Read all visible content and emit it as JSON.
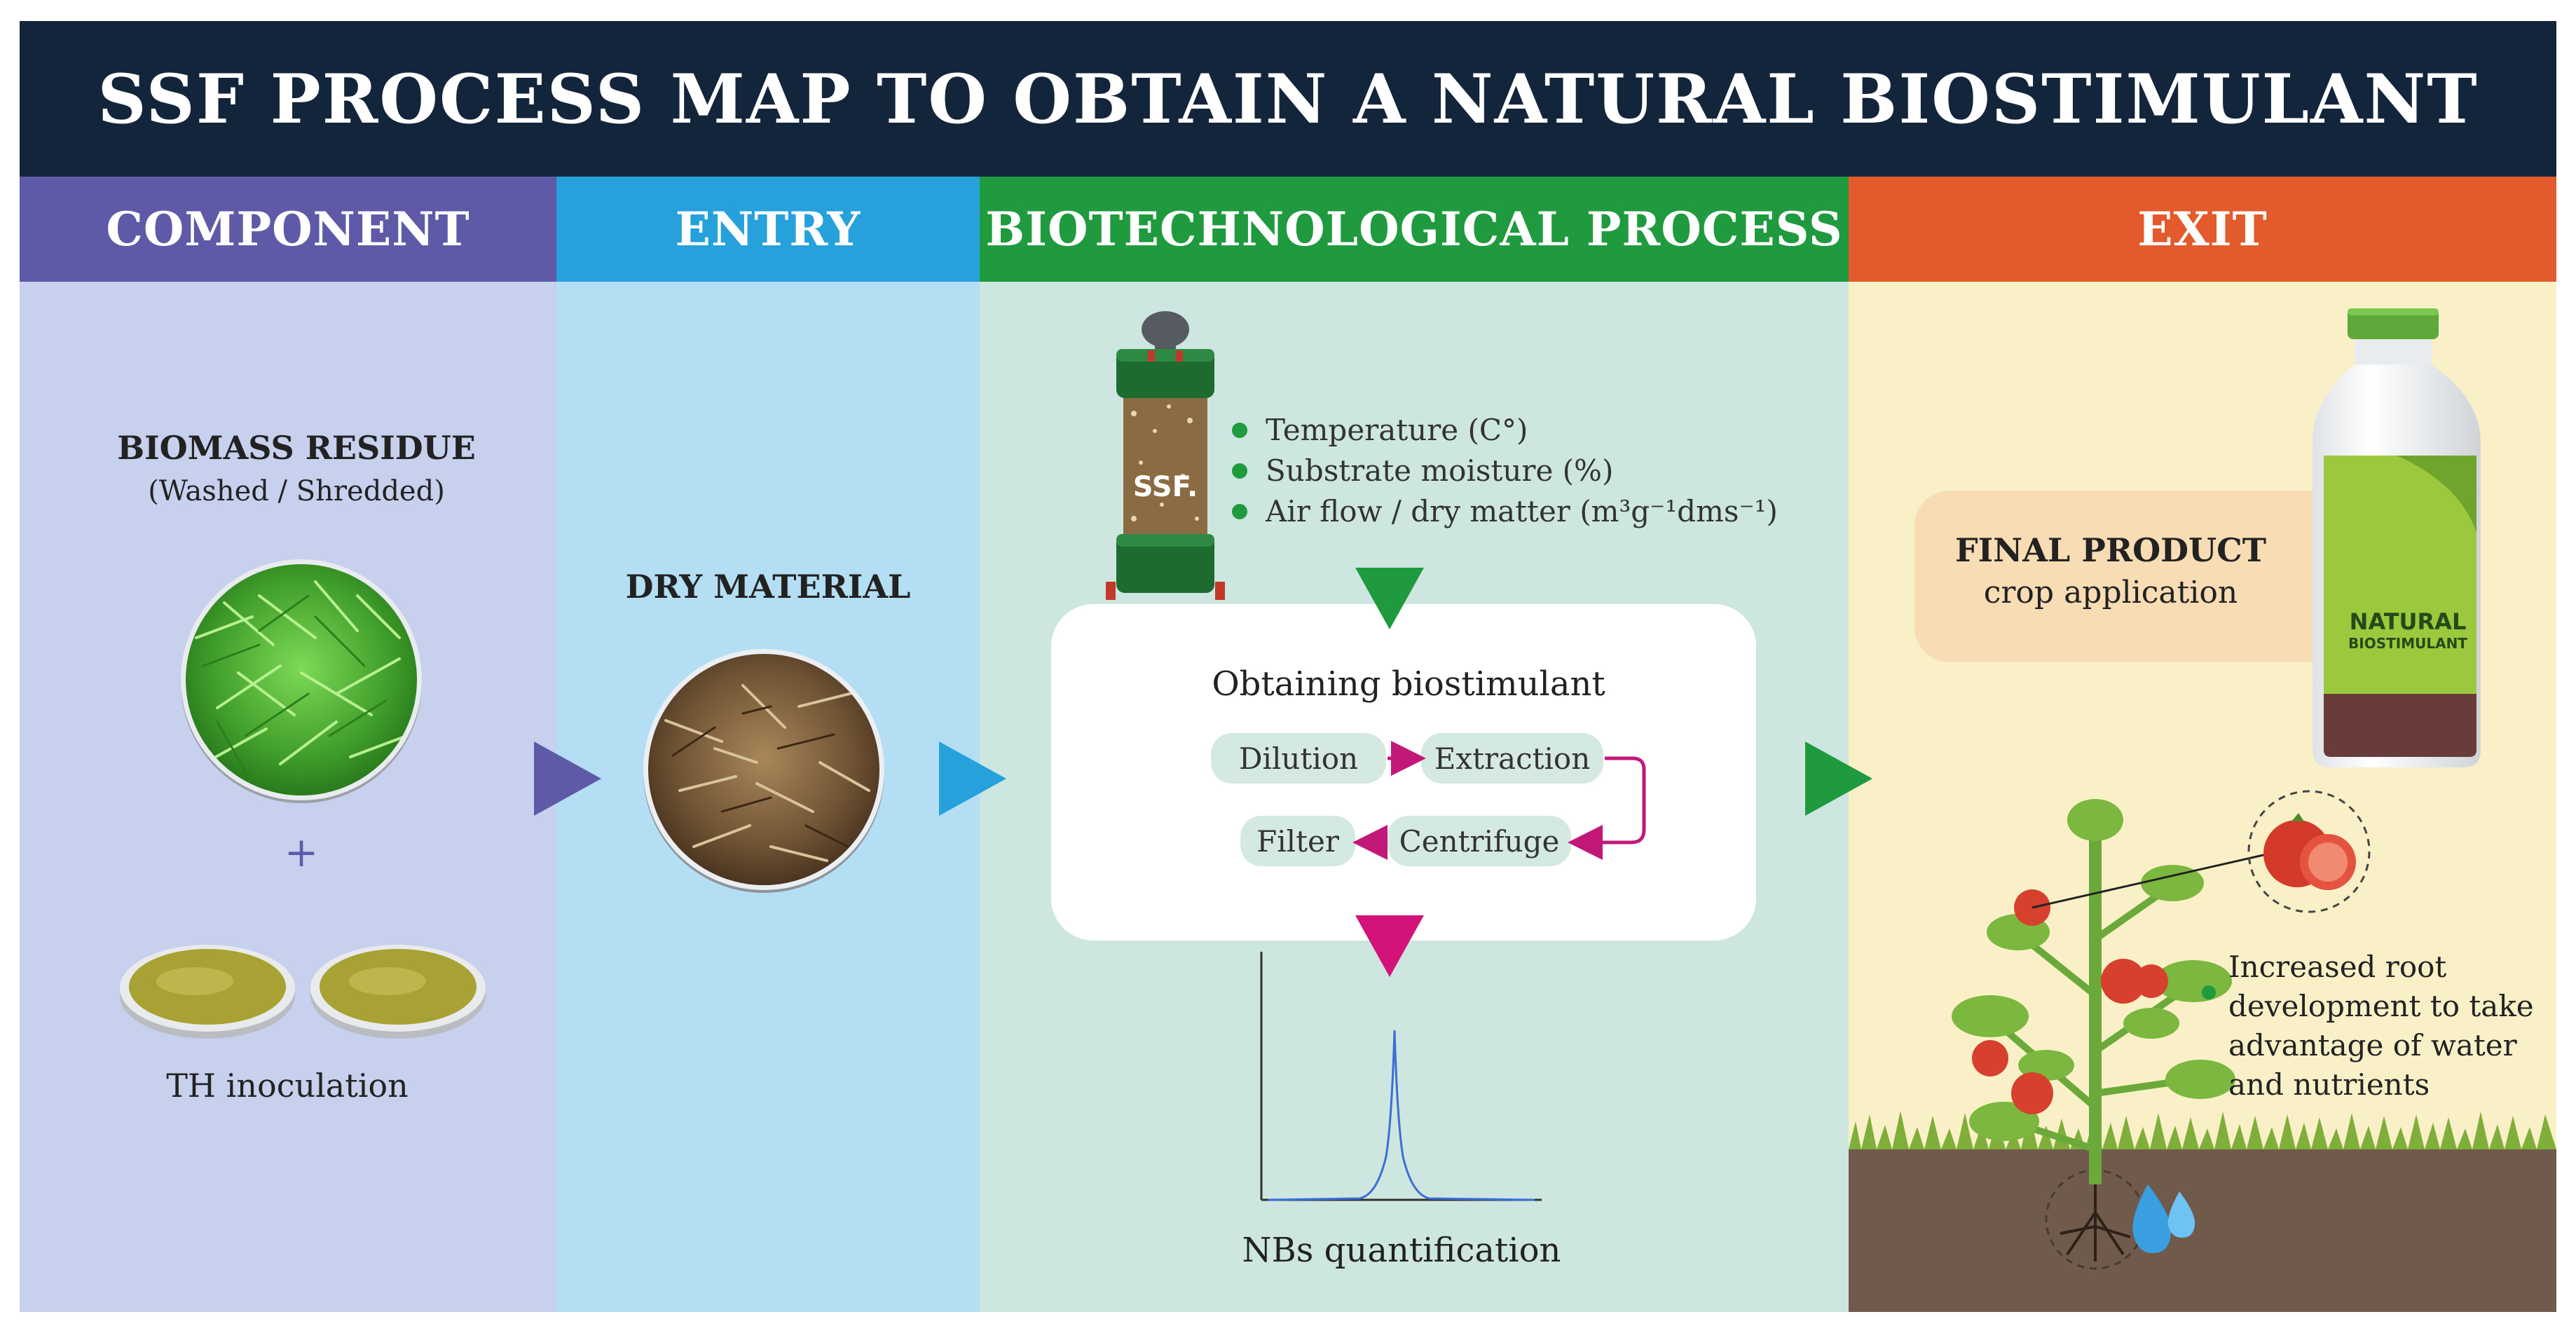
{
  "title": "SSF PROCESS MAP TO OBTAIN A NATURAL BIOSTIMULANT",
  "columns": [
    {
      "label": "COMPONENT",
      "header_color": "#5e5aa8",
      "bg_color": "#c7d1ee"
    },
    {
      "label": "ENTRY",
      "header_color": "#27a1dc",
      "bg_color": "#b4def3"
    },
    {
      "label": "BIOTECHNOLOGICAL PROCESS",
      "header_color": "#1f9a3e",
      "bg_color": "#cde6df"
    },
    {
      "label": "EXIT",
      "header_color": "#e35b2c",
      "bg_color": "#faf0c8"
    }
  ],
  "component": {
    "biomass_title": "BIOMASS RESIDUE",
    "biomass_subtitle": "(Washed / Shredded)",
    "plus": "+",
    "inoculation_label": "TH inoculation"
  },
  "entry": {
    "dry_material_label": "DRY MATERIAL"
  },
  "process": {
    "reactor_label": "SSF.",
    "parameters": [
      "Temperature (C°)",
      "Substrate moisture (%)",
      "Air flow / dry matter  (m³g⁻¹dms⁻¹)"
    ],
    "box_title": "Obtaining biostimulant",
    "steps": {
      "dilution": "Dilution",
      "extraction": "Extraction",
      "centrifuge": "Centrifuge",
      "filter": "Filter"
    },
    "quantification_label": "NBs quantification"
  },
  "exit": {
    "final_product_title": "FINAL PRODUCT",
    "final_product_subtitle": "crop application",
    "bottle_label_line1": "NATURAL",
    "bottle_label_line2": "BIOSTIMULANT",
    "benefit_lines": [
      "Increased root",
      "development to take",
      "advantage of water",
      "and nutrients"
    ]
  },
  "arrow_colors": {
    "component_to_entry": "#5e5aa8",
    "entry_to_process": "#27a1dc",
    "process_to_exit": "#1f9a3e",
    "into_box": "#1f9a3e",
    "out_of_box": "#d4137a",
    "flow_steps": "#c2187a"
  },
  "icons": [
    "grass-image",
    "petri-dish-icon",
    "dry-material-image",
    "ssf-reactor-icon",
    "chromatogram-plot",
    "bottle-icon",
    "tomato-plant-icon",
    "water-drop-icon"
  ]
}
